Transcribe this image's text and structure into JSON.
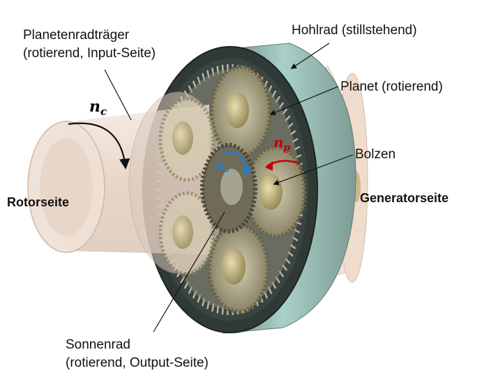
{
  "labels": {
    "carrier_line1": "Planetenradträger",
    "carrier_line2": "(rotierend, Input-Seite)",
    "ring": "Hohlrad (stillstehend)",
    "planet": "Planet (rotierend)",
    "bolt": "Bolzen",
    "rotor_side": "Rotorseite",
    "generator_side": "Generatorseite",
    "sun_line1": "Sonnenrad",
    "sun_line2": "(rotierend, Output-Seite)"
  },
  "symbols": {
    "carrier_speed": {
      "base": "n",
      "sub": "c",
      "color": "#000000"
    },
    "planet_speed": {
      "base": "n",
      "sub": "p",
      "color": "#c00000"
    },
    "sun_speed": {
      "base": "n",
      "sub": "s",
      "color": "#1a7fd0"
    }
  },
  "colors": {
    "ring_outer": "#9fc5bd",
    "ring_face": "#2c3633",
    "shaft": "#e9d5c8",
    "generator_shaft": "#f2e1d3",
    "gear": "#9a9273",
    "pin": "#c9bd86"
  }
}
